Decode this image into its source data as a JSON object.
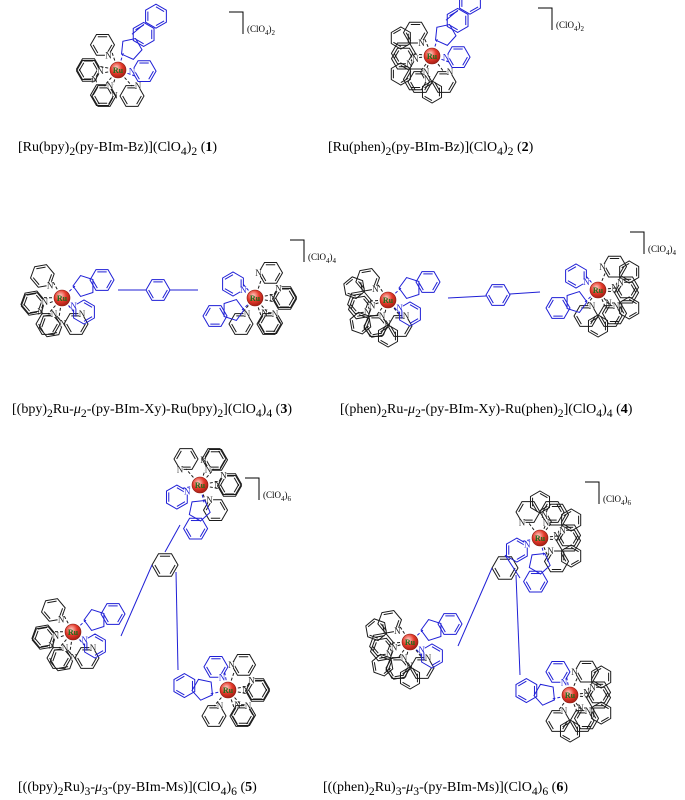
{
  "labels": {
    "metal": "Ru",
    "nitrogen": "N"
  },
  "colors": {
    "ancillary": "#1a1a1a",
    "bridging": "#1f1fd6",
    "metal": "#e53a2b",
    "metal_text": "#1a6d1a"
  },
  "complexes": [
    {
      "id": "1",
      "pre": "[Ru(bpy)",
      "sub1": "2",
      "mid": "(py-BIm-Bz)](ClO",
      "sub2": "4",
      "post": ")",
      "sub3": "2",
      "num_open": " (",
      "num": "1",
      "num_close": ")",
      "counter_ion": {
        "pre": "(ClO",
        "sub": "4",
        "post": ")",
        "sub2": "2"
      }
    },
    {
      "id": "2",
      "pre": "[Ru(phen)",
      "sub1": "2",
      "mid": "(py-BIm-Bz)](ClO",
      "sub2": "4",
      "post": ")",
      "sub3": "2",
      "num_open": " (",
      "num": "2",
      "num_close": ")",
      "counter_ion": {
        "pre": "(ClO",
        "sub": "4",
        "post": ")",
        "sub2": "2"
      }
    },
    {
      "id": "3",
      "pre": "[(bpy)",
      "sub1": "2",
      "mid_a": "Ru-",
      "mu": "μ",
      "mu_sub": "2",
      "mid_b": "-(py-BIm-Xy)-Ru(bpy)",
      "sub2": "2",
      "mid_c": "](ClO",
      "sub3": "4",
      "post": ")",
      "sub4": "4",
      "num_open": " (",
      "num": "3",
      "num_close": ")",
      "counter_ion": {
        "pre": "(ClO",
        "sub": "4",
        "post": ")",
        "sub2": "4"
      }
    },
    {
      "id": "4",
      "pre": "[(phen)",
      "sub1": "2",
      "mid_a": "Ru-",
      "mu": "μ",
      "mu_sub": "2",
      "mid_b": "-(py-BIm-Xy)-Ru(phen)",
      "sub2": "2",
      "mid_c": "](ClO",
      "sub3": "4",
      "post": ")",
      "sub4": "4",
      "num_open": " (",
      "num": "4",
      "num_close": ")",
      "counter_ion": {
        "pre": "(ClO",
        "sub": "4",
        "post": ")",
        "sub2": "4"
      }
    },
    {
      "id": "5",
      "pre": "[((bpy)",
      "sub1": "2",
      "mid_a": "Ru)",
      "sub2": "3",
      "mid_b": "-",
      "mu": "μ",
      "mu_sub": "3",
      "mid_c": "-(py-BIm-Ms)](ClO",
      "sub3": "4",
      "post": ")",
      "sub4": "6",
      "num_open": " (",
      "num": "5",
      "num_close": ")",
      "counter_ion": {
        "pre": "(ClO",
        "sub": "4",
        "post": ")",
        "sub2": "6"
      }
    },
    {
      "id": "6",
      "pre": "[((phen)",
      "sub1": "2",
      "mid_a": "Ru)",
      "sub2": "3",
      "mid_b": "-",
      "mu": "μ",
      "mu_sub": "3",
      "mid_c": "-(py-BIm-Ms)](ClO",
      "sub3": "4",
      "post": ")",
      "sub4": "6",
      "num_open": " (",
      "num": "6",
      "num_close": ")",
      "counter_ion": {
        "pre": "(ClO",
        "sub": "4",
        "post": ")",
        "sub2": "6"
      }
    }
  ]
}
